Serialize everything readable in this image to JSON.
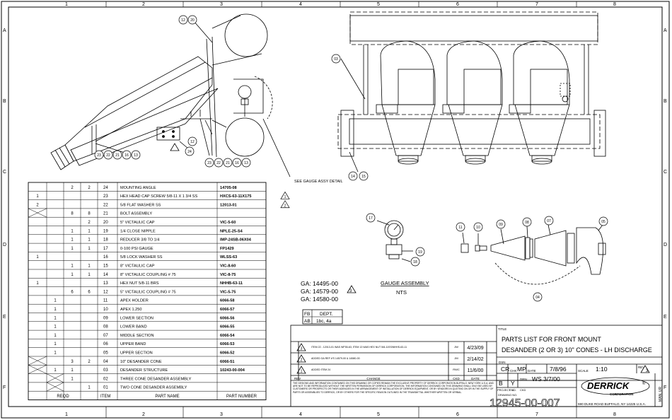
{
  "frame": {
    "columns": [
      "1",
      "2",
      "3",
      "4",
      "5",
      "6",
      "7",
      "8"
    ],
    "rows": [
      "A",
      "B",
      "C",
      "D",
      "E",
      "F"
    ]
  },
  "parts": {
    "rows": [
      {
        "c0": "",
        "c1": "",
        "c2": "2",
        "c3": "2",
        "item": "24",
        "name": "MOUNTING ANGLE",
        "pn": "14705-08"
      },
      {
        "c0": "1",
        "c1": "",
        "c2": "",
        "c3": "",
        "item": "23",
        "name": "HEX HEAD CAP SCREW 5/8-11 X 1 3/4 SS",
        "pn": "HXCS-63-11X175"
      },
      {
        "c0": "2",
        "c1": "",
        "c2": "",
        "c3": "",
        "item": "22",
        "name": "5/8 FLAT WASHER SS",
        "pn": "12013-01"
      },
      {
        "c0": "",
        "c1": "",
        "c2": "8",
        "c3": "8",
        "item": "21",
        "name": "BOLT ASSEMBLY",
        "pn": ""
      },
      {
        "c0": "",
        "c1": "",
        "c2": "",
        "c3": "2",
        "item": "20",
        "name": "5\" VICTAULIC CAP",
        "pn": "VIC-5-60"
      },
      {
        "c0": "",
        "c1": "",
        "c2": "1",
        "c3": "1",
        "item": "19",
        "name": "1/4 CLOSE NIPPLE",
        "pn": "NPLE-25-S4"
      },
      {
        "c0": "",
        "c1": "",
        "c2": "1",
        "c3": "1",
        "item": "18",
        "name": "REDUCER 3/8 TO 1/4",
        "pn": "IMP-24SB-06X04"
      },
      {
        "c0": "",
        "c1": "",
        "c2": "1",
        "c3": "1",
        "item": "17",
        "name": "0-100 PSI GAUGE",
        "pn": "FP1429"
      },
      {
        "c0": "1",
        "c1": "",
        "c2": "",
        "c3": "",
        "item": "16",
        "name": "5/8 LOCK WASHER SS",
        "pn": "WLSS-63"
      },
      {
        "c0": "",
        "c1": "",
        "c2": "1",
        "c3": "1",
        "item": "15",
        "name": "8\" VICTAULIC CAP",
        "pn": "VIC-8-60"
      },
      {
        "c0": "",
        "c1": "",
        "c2": "1",
        "c3": "1",
        "item": "14",
        "name": "8\" VICTAULIC COUPLING # 75",
        "pn": "VIC-8-75"
      },
      {
        "c0": "1",
        "c1": "",
        "c2": "",
        "c3": "",
        "item": "13",
        "name": "HEX NUT 5/8-11 BRS",
        "pn": "NHHB-63-11"
      },
      {
        "c0": "",
        "c1": "",
        "c2": "6",
        "c3": "6",
        "item": "12",
        "name": "5\" VICTAULIC COUPLING # 75",
        "pn": "VIC-5-75"
      },
      {
        "c0": "",
        "c1": "1",
        "c2": "",
        "c3": "",
        "item": "11",
        "name": "APEX HOLDER",
        "pn": "6066-58"
      },
      {
        "c0": "",
        "c1": "1",
        "c2": "",
        "c3": "",
        "item": "10",
        "name": "APEX 1.250",
        "pn": "6066-57"
      },
      {
        "c0": "",
        "c1": "1",
        "c2": "",
        "c3": "",
        "item": "09",
        "name": "LOWER SECTION",
        "pn": "6066-56"
      },
      {
        "c0": "",
        "c1": "1",
        "c2": "",
        "c3": "",
        "item": "08",
        "name": "LOWER BAND",
        "pn": "6066-55"
      },
      {
        "c0": "",
        "c1": "1",
        "c2": "",
        "c3": "",
        "item": "07",
        "name": "MIDDLE SECTION",
        "pn": "6066-54"
      },
      {
        "c0": "",
        "c1": "1",
        "c2": "",
        "c3": "",
        "item": "06",
        "name": "UPPER BAND",
        "pn": "6066-53"
      },
      {
        "c0": "",
        "c1": "1",
        "c2": "",
        "c3": "",
        "item": "05",
        "name": "UPPER SECTION",
        "pn": "6066-52"
      },
      {
        "c0": "",
        "c1": "",
        "c2": "3",
        "c3": "2",
        "item": "04",
        "name": "10\" DESANDER CONE",
        "pn": "6066-51"
      },
      {
        "c0": "",
        "c1": "1",
        "c2": "1",
        "c3": "",
        "item": "03",
        "name": "DESANDER STRUCTURE",
        "pn": "10243-00-004"
      },
      {
        "c0": "",
        "c1": "",
        "c2": "1",
        "c3": "",
        "item": "02",
        "name": "THREE CONE DESANDER ASSEMBLY",
        "pn": ""
      },
      {
        "c0": "",
        "c1": "",
        "c2": "",
        "c3": "1",
        "item": "01",
        "name": "TWO CONE DESANDER ASSEMBLY",
        "pn": ""
      }
    ],
    "footer": {
      "reqd": "REQD",
      "item": "ITEM",
      "name": "PART NAME",
      "pn": "PART NUMBER"
    },
    "flags": [
      "1",
      "2"
    ]
  },
  "gauge": {
    "numbers": [
      "GA: 14495-00",
      "GA: 14579-00",
      "GA: 14580-00"
    ],
    "title": "GAUGE ASSEMBLY",
    "scale": "NTS",
    "flag": "3"
  },
  "callouts": {
    "gauge_detail": "SEE GAUGE ASSY DETAIL",
    "balloons": [
      "12",
      "20",
      "24",
      "12",
      "23",
      "22",
      "21",
      "16",
      "13",
      "23",
      "22",
      "21",
      "16",
      "13",
      "03",
      "14",
      "15",
      "17",
      "19",
      "18",
      "11",
      "10",
      "09",
      "08",
      "07",
      "05",
      "04"
    ]
  },
  "dept": {
    "fb": "FB",
    "dept": "DEPT.",
    "ab": "AB",
    "value": "1bc, 4a"
  },
  "revisions": {
    "rows": [
      {
        "rev": "3",
        "change": "ITEM 22 - 12013-01 WAS WF55-63; ITEM 13 WAS HEX NUT 5/8-11SS/NHHS-63-11",
        "ckd": "JW",
        "date": "4/23/09"
      },
      {
        "rev": "2",
        "change": "ADDED GA REF #'S 14579-00 & 14580-00",
        "ckd": "JM",
        "date": "2/14/02"
      },
      {
        "rev": "1",
        "change": "ADDED ITEM 24",
        "ckd": "RWC",
        "date": "11/6/00"
      }
    ],
    "header": {
      "rev": "REV",
      "change": "CHANGE",
      "ckd": "CKD",
      "date": "DATE"
    }
  },
  "title_block": {
    "title_label": "TITLE",
    "title_line1": "PARTS LIST FOR FRONT MOUNT",
    "title_line2": "DESANDER (2 OR 3) 10\" CONES - LH DISCHARGE",
    "dsn_label": "DSN",
    "dsn": "CR",
    "chk_label": "CHK",
    "chk": "MP",
    "date_label": "DATE",
    "date": "7/8/96",
    "scale_label": "SCALE",
    "scale": "1:10",
    "rev_label": "REV",
    "rev": "3",
    "b": "B",
    "y": "Y",
    "drn_label": "DRN",
    "drn": "WS 3/7/00",
    "project_label": "PROJECT NO.",
    "ec_label": "E.C.",
    "ckd_label": "CKD",
    "drawing_label": "DRAWING NO.",
    "drawing_number": "12945-00-007",
    "company": "DERRICK",
    "company_sub": "CORPORATION",
    "address": "590 DUKE ROAD BUFFALO, NY 14225 U.S.A.",
    "side_label": "MAN. UR",
    "notice": "THE DESIGNS AND INFORMATION CONTAINED ON THIS DRAWING OR COPIES REMAIN THE EXCLUSIVE PROPERTY OF DERRICK CORPORATION BUFFALO, NEW YORK U.S.A. AND ARE NOT TO BE REPRODUCED WITHOUT THE WRITTEN PERMISSION OF DERRICK CORPORATION. THE INFORMATION CONTAINED ON THIS DRAWING SHALL ONLY BE USED BY CUSTOMERS OR PROSPECTS OR THEIR AGENCIES IN THE ARRANGEMENT OF INSTALLATION OF DERRICK EQUIPMENT, OR BY VENDORS IN QUOTING ON OR IN THE SUPPLY OF PARTS OR ASSEMBLIES TO DERRICK, OR BY OTHERS FOR THE SPECIFIC REASON OUTLINED IN THE TRANSMITTAL WHETHER WRITTEN OR VERBAL."
  }
}
